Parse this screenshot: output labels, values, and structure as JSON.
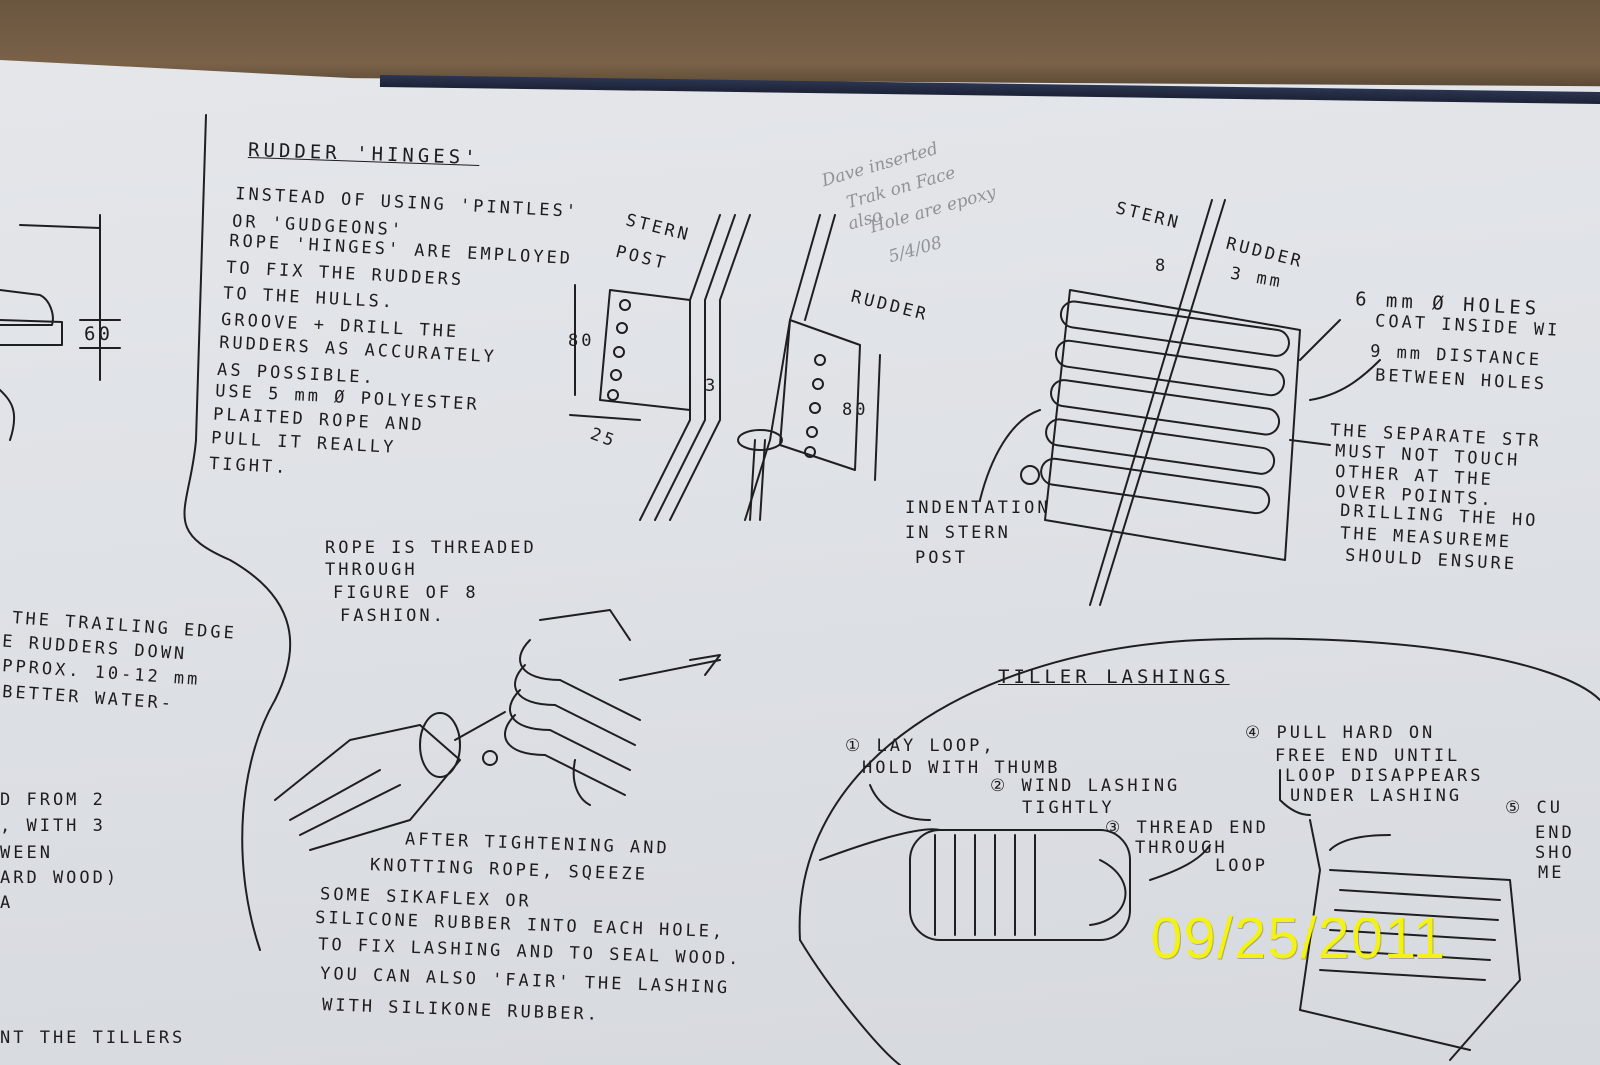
{
  "heading": {
    "title": "RUDDER 'HINGES'",
    "tiller_title": "TILLER LASHINGS"
  },
  "intro_lines": [
    "INSTEAD OF USING 'PINTLES'",
    "OR 'GUDGEONS'",
    "ROPE 'HINGES' ARE EMPLOYED",
    "TO FIX THE RUDDERS",
    "TO THE HULLS.",
    "GROOVE + DRILL THE",
    "RUDDERS AS ACCURATELY",
    "AS POSSIBLE.",
    "USE 5 mm Ø POLYESTER",
    "PLAITED ROPE AND",
    "PULL IT REALLY",
    "TIGHT."
  ],
  "pencil_note": [
    "Dave inserted",
    "Trak on Face",
    "also",
    "Hole are epoxy",
    "5/4/08"
  ],
  "left_dims": {
    "sixty": "60"
  },
  "stern_post": {
    "label1": "STERN",
    "label2": "POST",
    "dim80": "80",
    "dim25": "25",
    "dim3": "3"
  },
  "rudder_left": {
    "label": "RUDDER",
    "dim80": "80"
  },
  "right_diagram": {
    "stern": "STERN",
    "rudder": "RUDDER",
    "dim8": "8",
    "dim3": "3 mm",
    "indentation": [
      "INDENTATION",
      "IN STERN",
      "POST"
    ]
  },
  "right_notes": [
    "6 mm Ø HOLES",
    "COAT INSIDE WI",
    "9 mm DISTANCE",
    "BETWEEN HOLES",
    "THE SEPARATE STR",
    "MUST NOT TOUCH",
    "OTHER AT THE",
    "OVER POINTS.",
    "DRILLING THE HO",
    "THE MEASUREME",
    "SHOULD ENSURE"
  ],
  "threaded_note": [
    "ROPE IS THREADED",
    "THROUGH",
    "FIGURE OF 8",
    "FASHION."
  ],
  "left_trailing": [
    "THE TRAILING EDGE",
    "E RUDDERS DOWN",
    "PPROX. 10-12 mm",
    "BETTER WATER-"
  ],
  "left_bottom": [
    "D FROM 2",
    ", WITH 3",
    "WEEN",
    "ARD WOOD)",
    "A",
    "NT THE TILLERS"
  ],
  "after_note": [
    "AFTER TIGHTENING AND",
    "KNOTTING ROPE, SQEEZE",
    "SOME SIKAFLEX OR",
    "SILICONE RUBBER INTO EACH HOLE,",
    "TO FIX LASHING AND TO SEAL WOOD.",
    "YOU CAN ALSO 'FAIR' THE LASHING",
    "WITH SILIKONE RUBBER."
  ],
  "tiller_steps": {
    "s1a": "① LAY LOOP,",
    "s1b": "HOLD WITH THUMB",
    "s2a": "② WIND LASHING",
    "s2b": "TIGHTLY",
    "s3a": "③ THREAD END",
    "s3b": "THROUGH",
    "s3c": "LOOP",
    "s4a": "④ PULL HARD ON",
    "s4b": "FREE END UNTIL",
    "s4c": "LOOP DISAPPEARS",
    "s4d": "UNDER LASHING",
    "s5a": "⑤ CU",
    "s5b": "END",
    "s5c": "SHO",
    "s5d": "ME"
  },
  "date_stamp": "09/25/2011",
  "colors": {
    "ink": "#1f1f22",
    "stamp": "#f2f21a",
    "paper": "#dfe2e6",
    "wood": "#6a5640"
  }
}
